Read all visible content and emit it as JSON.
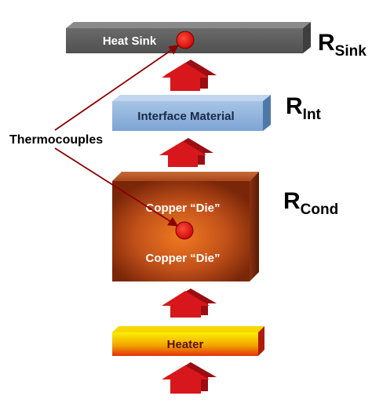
{
  "colors": {
    "heat_sink": "#5f5f5f",
    "interface_material": "#8fb3dd",
    "copper_die": "#b84a14",
    "heater_top": "#f2e400",
    "heater_bottom": "#e23a10",
    "arrow": "#c0141a",
    "thermocouple": "#e01010",
    "leader_line": "#8b0000"
  },
  "icons": {
    "flow_arrow": "heat-flow-arrow-icon",
    "thermocouple": "thermocouple-dot-icon"
  },
  "blocks": {
    "heat_sink": {
      "label": "Heat Sink"
    },
    "interface": {
      "label": "Interface Material"
    },
    "copper": {
      "label_top": "Copper “Die”",
      "label_bottom": "Copper “Die”"
    },
    "heater": {
      "label": "Heater"
    }
  },
  "callout": {
    "label": "Thermocouples"
  },
  "resistances": {
    "sink": {
      "symbol": "R",
      "subscript": "Sink"
    },
    "int": {
      "symbol": "R",
      "subscript": "Int"
    },
    "cond": {
      "symbol": "R",
      "subscript": "Cond"
    }
  }
}
